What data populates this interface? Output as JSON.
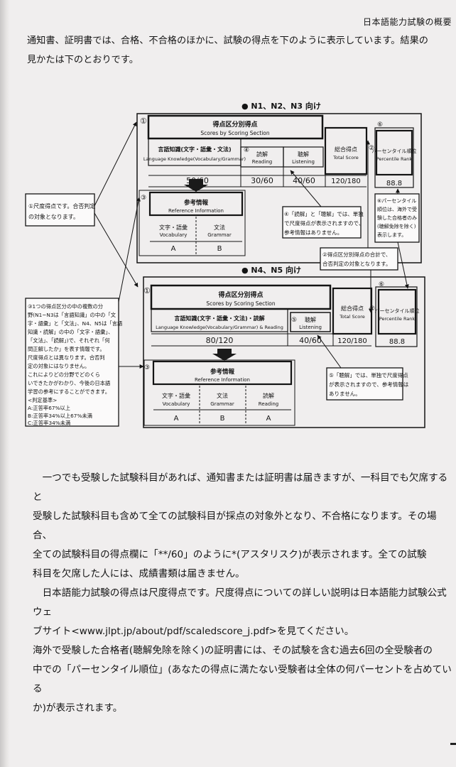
{
  "running_head": "日本語能力試験の概要",
  "intro_lines": [
    "通知書、証明書では、合格、不合格のほかに、試験の得点を下のように表示しています。結果の",
    "見かたは下のとおりです。"
  ],
  "diagram": {
    "n1_heading": "● N1、N2、N3 向け",
    "n4_heading": "● N4、N5 向け",
    "scaled_title_ja": "得点区分別得点",
    "scaled_title_en": "Scores by Scoring Section",
    "n1_language_ja": "言語知識(文字・語彙・文法)",
    "n1_language_en": "Language Knowledge(Vocabulary/Grammar)",
    "reading_ja": "読解",
    "reading_en": "Reading",
    "listening_ja": "聴解",
    "listening_en": "Listening",
    "total_ja": "総合得点",
    "total_en": "Total Score",
    "percentile_ja": "パーセンタイル順位",
    "percentile_en": "Percentile Rank",
    "n1_language_score": "50/60",
    "n1_reading_score": "30/60",
    "n1_listening_score": "40/60",
    "n1_total_score": "120/180",
    "percentile_value": "88.8",
    "reference_ja": "参考情報",
    "reference_en": "Reference Information",
    "vocab_ja": "文字・語彙",
    "vocab_en": "Vocabulary",
    "grammar_ja": "文法",
    "grammar_en": "Grammar",
    "grade_a": "A",
    "grade_b": "B",
    "n4_language_ja": "言語知識(文字・語彙・文法)・読解",
    "n4_language_en": "Language Knowledge(Vocabulary/Grammar) & Reading",
    "n4_language_score": "80/120",
    "n4_listening_score": "40/60",
    "n4_total_score": "120/180",
    "circle_1": "①",
    "circle_2": "②",
    "circle_3": "③",
    "circle_4": "④",
    "circle_5": "⑤",
    "circle_6": "⑥",
    "note1_lines": [
      "①尺度得点です。合否判定",
      "の対象となります。"
    ],
    "note4_lines": [
      "④「読解」と「聴解」では、単独",
      "で尺度得点が表示されますので、",
      "参考情報はありません。"
    ],
    "note2_lines": [
      "②得点区分別得点の合計で、",
      "合否判定の対象となります。"
    ],
    "note6_lines": [
      "⑥パーセンタイル",
      "順位は、海外で受",
      "験した合格者のみ",
      "(聴解免除を除く)",
      "表示します。"
    ],
    "note5_lines": [
      "⑤「聴解」では、単独で尺度得点",
      "が表示されますので、参考情報は",
      "ありません。"
    ],
    "note3_lines": [
      "③1つの得点区分の中の複数の分",
      "野(N1~N3は「言語知識」の中の「文",
      "字・語彙」と「文法」、N4、N5は「言語",
      "知識・読解」の中の「文字・語彙」、",
      "「文法」、「読解」)で、それぞれ「何",
      "問正解したか」を表す情報です。",
      "尺度得点とは異なります。合否判",
      "定の対象にはなりません。",
      "これによりどの分野でどのくら",
      "いできたかがわかり、今後の日本語",
      "学習の参考にすることができます。",
      "<判定基準>",
      "A:正答率67%以上",
      "B:正答率34%以上67%未満",
      "C:正答率34%未満"
    ]
  },
  "paragraphs": [
    [
      "一つでも受験した試験科目があれば、通知書または証明書は届きますが、一科目でも欠席すると",
      "受験した試験科目も含めて全ての試験科目が採点の対象外となり、不合格になります。その場合、",
      "全ての試験科目の得点欄に「**/60」のように*(アスタリスク)が表示されます。全ての試験",
      "科目を欠席した人には、成績書類は届きません。"
    ],
    [
      "日本語能力試験の得点は尺度得点です。尺度得点についての詳しい説明は日本語能力試験公式ウェ",
      "ブサイト<www.jlpt.jp/about/pdf/scaledscore_j.pdf>を見てください。",
      "海外で受験した合格者(聴解免除を除く)の証明書には、その試験を含む過去6回の全受験者の",
      "中での「パーセンタイル順位」(あなたの得点に満たない受験者は全体の何パーセントを占めている",
      "か)が表示されます。"
    ]
  ]
}
